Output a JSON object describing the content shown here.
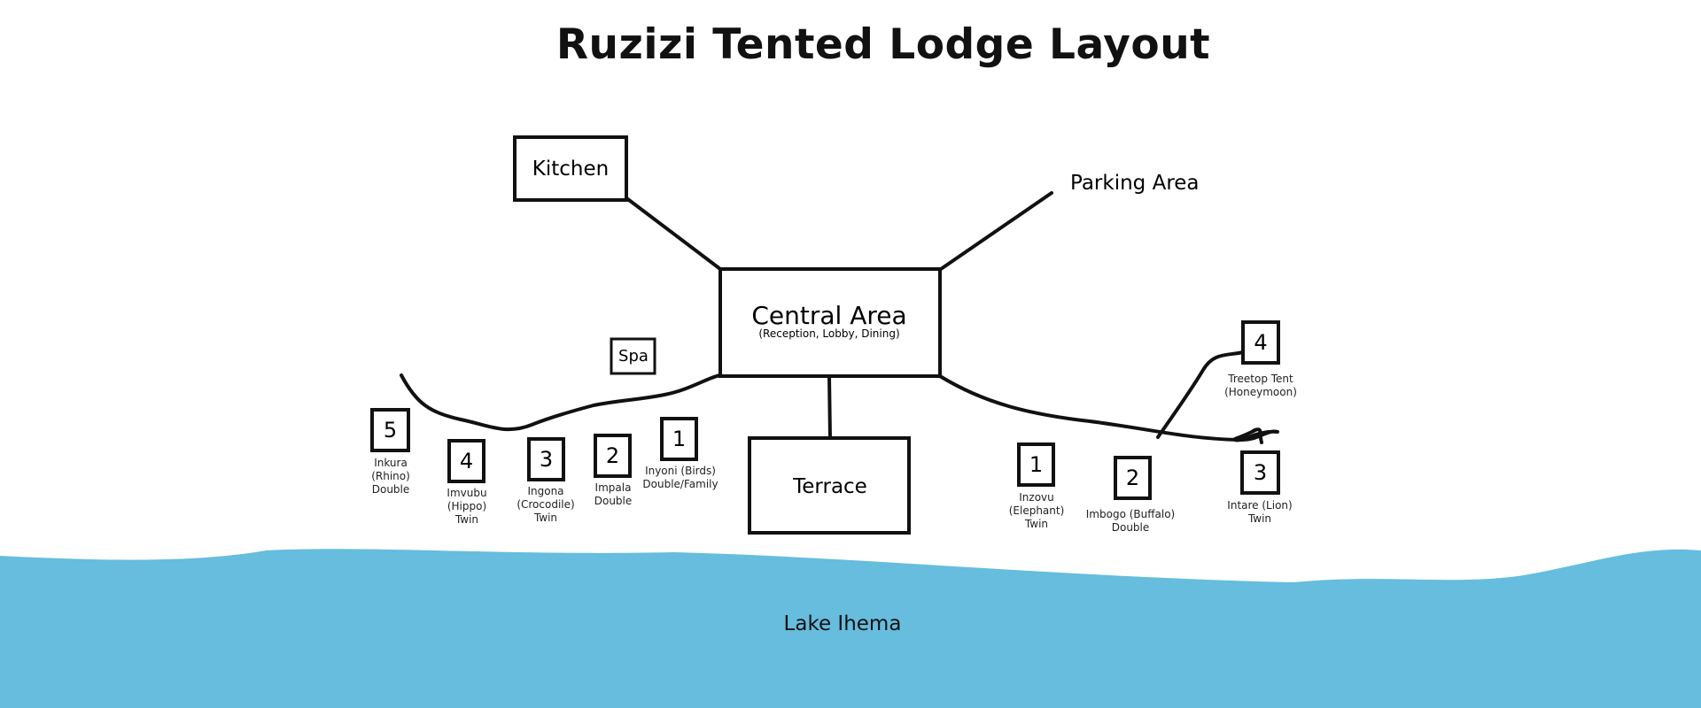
{
  "title": "Ruzizi Tented Lodge Layout",
  "colors": {
    "lake": "#66bddd",
    "lines": "#111111",
    "background": "#ffffff"
  },
  "places": {
    "kitchen": "Kitchen",
    "parking": "Parking Area",
    "central": {
      "name": "Central Area",
      "sub": "(Reception, Lobby, Dining)"
    },
    "spa": "Spa",
    "terrace": "Terrace",
    "lake": "Lake Ihema"
  },
  "west_tents": [
    {
      "number": "5",
      "lines": [
        "Inkura",
        "(Rhino)",
        "Double"
      ]
    },
    {
      "number": "4",
      "lines": [
        "Imvubu",
        "(Hippo)",
        "Twin"
      ]
    },
    {
      "number": "3",
      "lines": [
        "Ingona",
        "(Crocodile)",
        "Twin"
      ]
    },
    {
      "number": "2",
      "lines": [
        "Impala",
        "Double"
      ]
    },
    {
      "number": "1",
      "lines": [
        "Inyoni (Birds)",
        "Double/Family"
      ]
    }
  ],
  "east_tents": [
    {
      "number": "1",
      "lines": [
        "Inzovu",
        "(Elephant)",
        "Twin"
      ]
    },
    {
      "number": "2",
      "lines": [
        "Imbogo (Buffalo)",
        "Double"
      ]
    },
    {
      "number": "3",
      "lines": [
        "Intare (Lion)",
        "Twin"
      ]
    },
    {
      "number": "4",
      "lines": [
        "Treetop Tent",
        "(Honeymoon)"
      ]
    }
  ]
}
